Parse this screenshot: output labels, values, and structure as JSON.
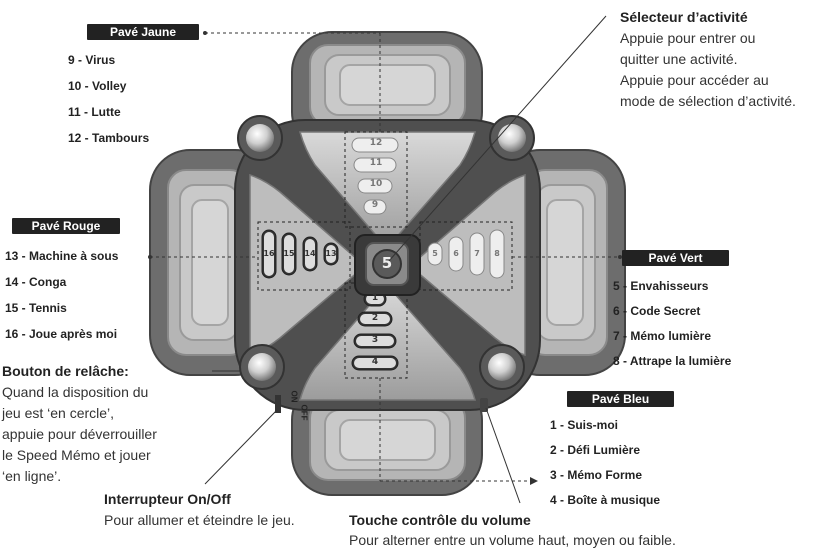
{
  "pads": {
    "jaune": {
      "label": "Pavé Jaune",
      "items": [
        "9  - Virus",
        "10 - Volley",
        "11 - Lutte",
        "12 - Tambours"
      ]
    },
    "rouge": {
      "label": "Pavé Rouge",
      "items": [
        "13 - Machine à sous",
        "14 - Conga",
        "15 - Tennis",
        "16 - Joue après moi"
      ]
    },
    "vert": {
      "label": "Pavé Vert",
      "items": [
        "5 - Envahisseurs",
        "6 - Code Secret",
        "7 - Mémo lumière",
        "8 - Attrape la lumière"
      ]
    },
    "bleu": {
      "label": "Pavé Bleu",
      "items": [
        "1 - Suis-moi",
        "2 - Défi Lumière",
        "3 - Mémo Forme",
        "4 - Boîte à musique"
      ]
    }
  },
  "selector": {
    "title": "Sélecteur d’activité",
    "lines": [
      "Appuie pour entrer ou",
      "quitter une activité.",
      "Appuie pour accéder au",
      "mode de sélection d’activité."
    ]
  },
  "release": {
    "title": "Bouton de relâche:",
    "lines": [
      "Quand la disposition du",
      "jeu est ‘en cercle’,",
      "appuie pour déverrouiller",
      "le Speed Mémo et jouer",
      "‘en ligne’."
    ]
  },
  "power": {
    "title": "Interrupteur On/Off",
    "desc": "Pour allumer et éteindre le jeu.",
    "on": "ON",
    "off": "OFF"
  },
  "volume": {
    "title": "Touche contrôle du volume",
    "desc": "Pour alterner entre un volume haut, moyen ou faible."
  },
  "device": {
    "center_number": "5",
    "top_numbers": [
      "12",
      "11",
      "10",
      "9"
    ],
    "bottom_numbers": [
      "1",
      "2",
      "3",
      "4"
    ],
    "left_numbers": [
      "16",
      "15",
      "14",
      "13"
    ],
    "right_numbers": [
      "5",
      "6",
      "7",
      "8"
    ]
  }
}
